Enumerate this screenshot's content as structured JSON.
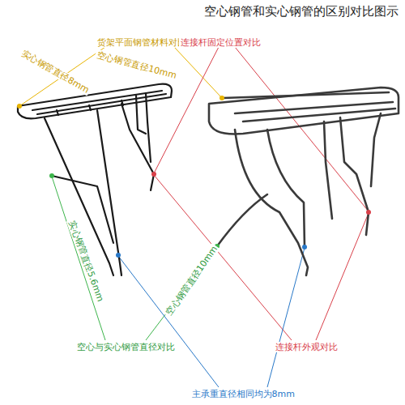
{
  "diagram": {
    "title": "空心钢管和实心钢管的区别对比图示",
    "labels": [
      "货架平面钢管材料对比",
      "连接杆固定位置对比",
      "实心钢管直径8mm",
      "空心钢管直径10mm",
      "实心钢管直径5.6mm",
      "空心钢管直径10mm",
      "空心与实心钢管直径对比",
      "连接杆外观对比",
      "主承重直径相同均为8mm"
    ]
  }
}
